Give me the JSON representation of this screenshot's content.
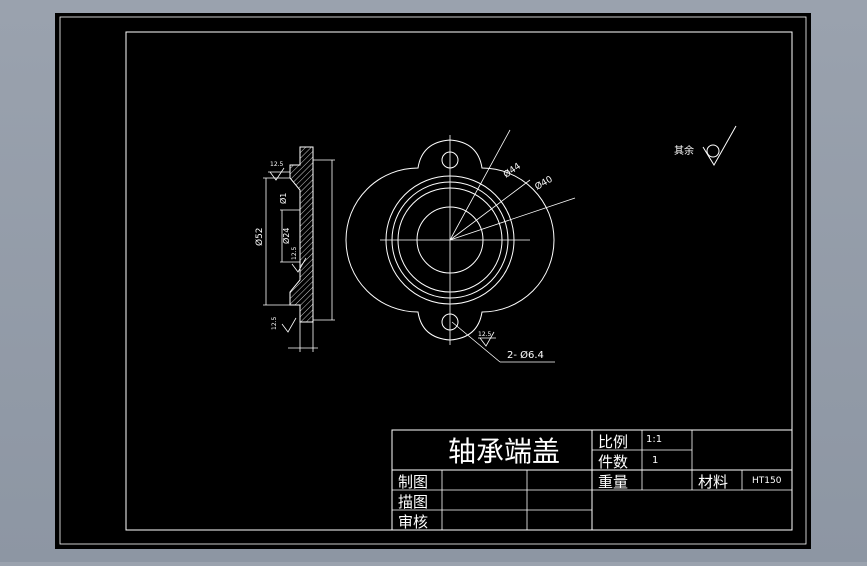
{
  "drawing": {
    "background_color": "#000000",
    "line_color": "#ffffff",
    "outer_bg_color": "#939ca8"
  },
  "front_view": {
    "dim_d44": "Ø44",
    "dim_d40": "Ø40",
    "dim_holes": "2- Ø6.4",
    "roughness_hole": "12.5"
  },
  "section_view": {
    "dim_d52": "Ø52",
    "dim_d24": "Ø24",
    "dim_d1": "Ø1",
    "roughness_top": "12.5",
    "roughness_mid": "12.5",
    "roughness_bottom": "12.5"
  },
  "general_roughness": {
    "label": "其余"
  },
  "title_block": {
    "part_name": "轴承端盖",
    "scale_label": "比例",
    "scale_value": "1:1",
    "quantity_label": "件数",
    "quantity_value": "1",
    "weight_label": "重量",
    "material_label": "材料",
    "material_value": "HT150",
    "drawn_label": "制图",
    "traced_label": "描图",
    "checked_label": "审核"
  }
}
